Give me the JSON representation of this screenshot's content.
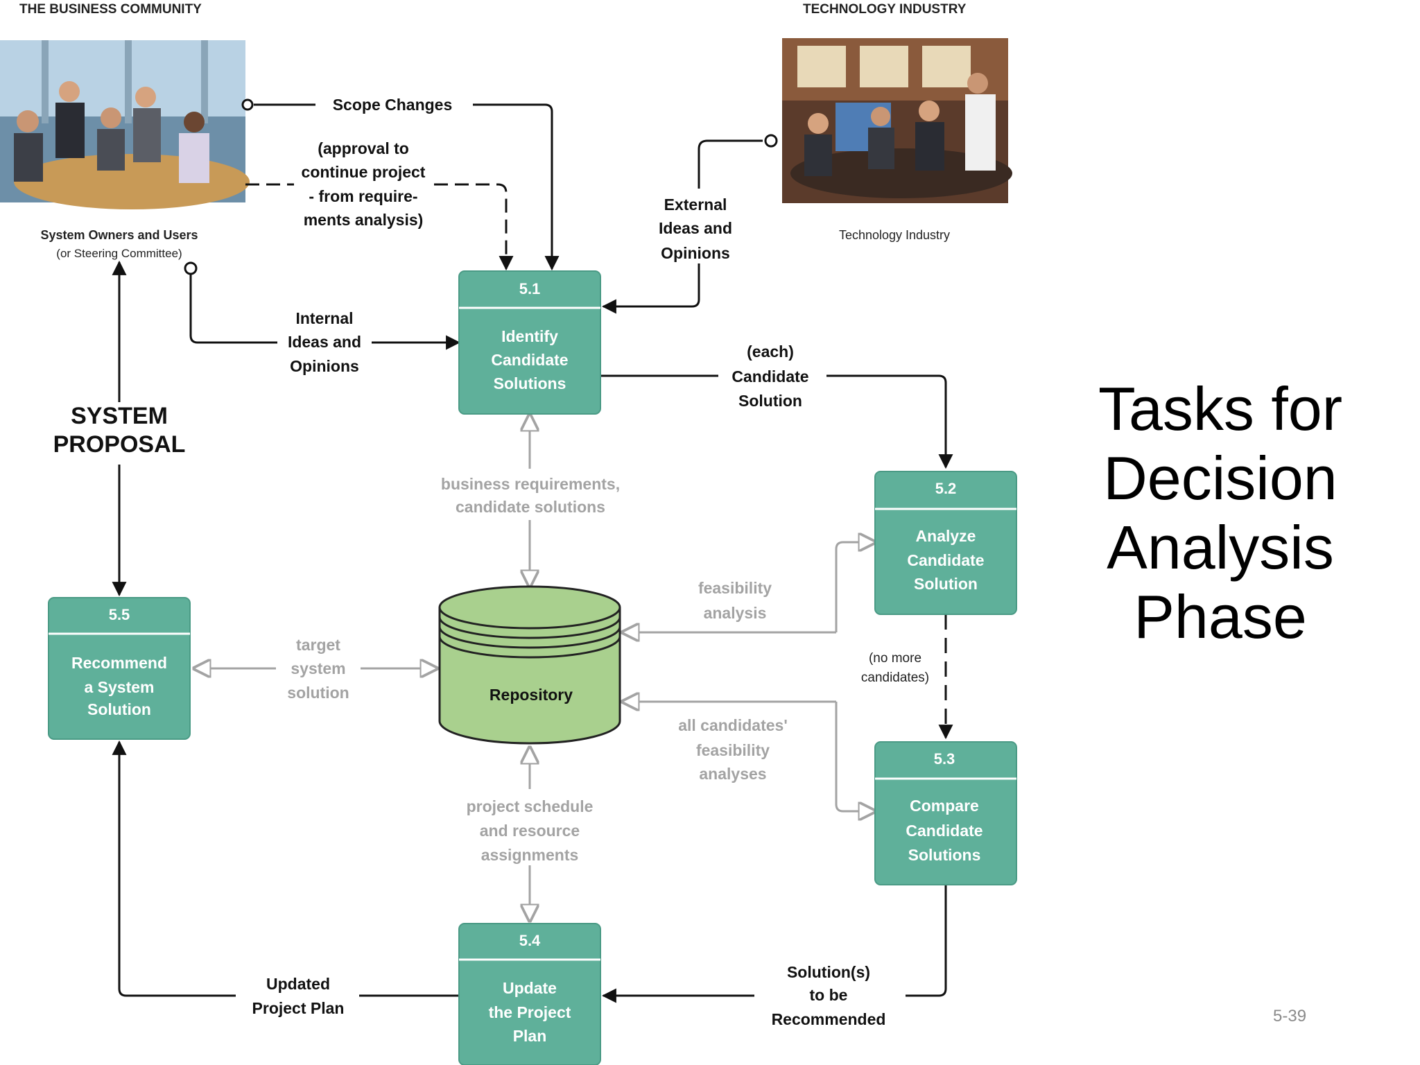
{
  "slide": {
    "title_lines": [
      "Tasks for",
      "Decision",
      "Analysis",
      "Phase"
    ],
    "page_number": "5-39"
  },
  "colors": {
    "process_fill": "#5fb09a",
    "process_stroke": "#4a9a85",
    "repository_fill": "#a9d08e",
    "line_black": "#111111",
    "line_gray": "#a3a3a3"
  },
  "photos": {
    "business": {
      "header": "THE BUSINESS COMMUNITY",
      "caption_line1": "System Owners and Users",
      "caption_line2": "(or Steering Committee)"
    },
    "technology": {
      "header": "TECHNOLOGY INDUSTRY",
      "caption": "Technology Industry"
    }
  },
  "processes": {
    "p51": {
      "id": "5.1",
      "lines": [
        "Identify",
        "Candidate",
        "Solutions"
      ]
    },
    "p52": {
      "id": "5.2",
      "lines": [
        "Analyze",
        "Candidate",
        "Solution"
      ]
    },
    "p53": {
      "id": "5.3",
      "lines": [
        "Compare",
        "Candidate",
        "Solutions"
      ]
    },
    "p54": {
      "id": "5.4",
      "lines": [
        "Update",
        "the Project",
        "Plan"
      ]
    },
    "p55": {
      "id": "5.5",
      "lines": [
        "Recommend",
        "a System",
        "Solution"
      ]
    }
  },
  "repository": {
    "label": "Repository"
  },
  "flows": {
    "scope_changes": "Scope Changes",
    "approval": [
      "(approval to",
      "continue project",
      "- from require-",
      "ments analysis)"
    ],
    "external": [
      "External",
      "Ideas and",
      "Opinions"
    ],
    "internal": [
      "Internal",
      "Ideas and",
      "Opinions"
    ],
    "each_candidate": [
      "(each)",
      "Candidate",
      "Solution"
    ],
    "system_proposal": [
      "SYSTEM",
      "PROPOSAL"
    ],
    "business_requirements": [
      "business requirements,",
      "candidate solutions"
    ],
    "feasibility_analysis": [
      "feasibility",
      "analysis"
    ],
    "target_system": [
      "target",
      "system",
      "solution"
    ],
    "no_more": [
      "(no more",
      "candidates)"
    ],
    "all_candidates": [
      "all candidates'",
      "feasibility",
      "analyses"
    ],
    "project_schedule": [
      "project schedule",
      "and resource",
      "assignments"
    ],
    "solutions_recommended": [
      "Solution(s)",
      "to be",
      "Recommended"
    ],
    "updated_plan": [
      "Updated",
      "Project Plan"
    ]
  }
}
